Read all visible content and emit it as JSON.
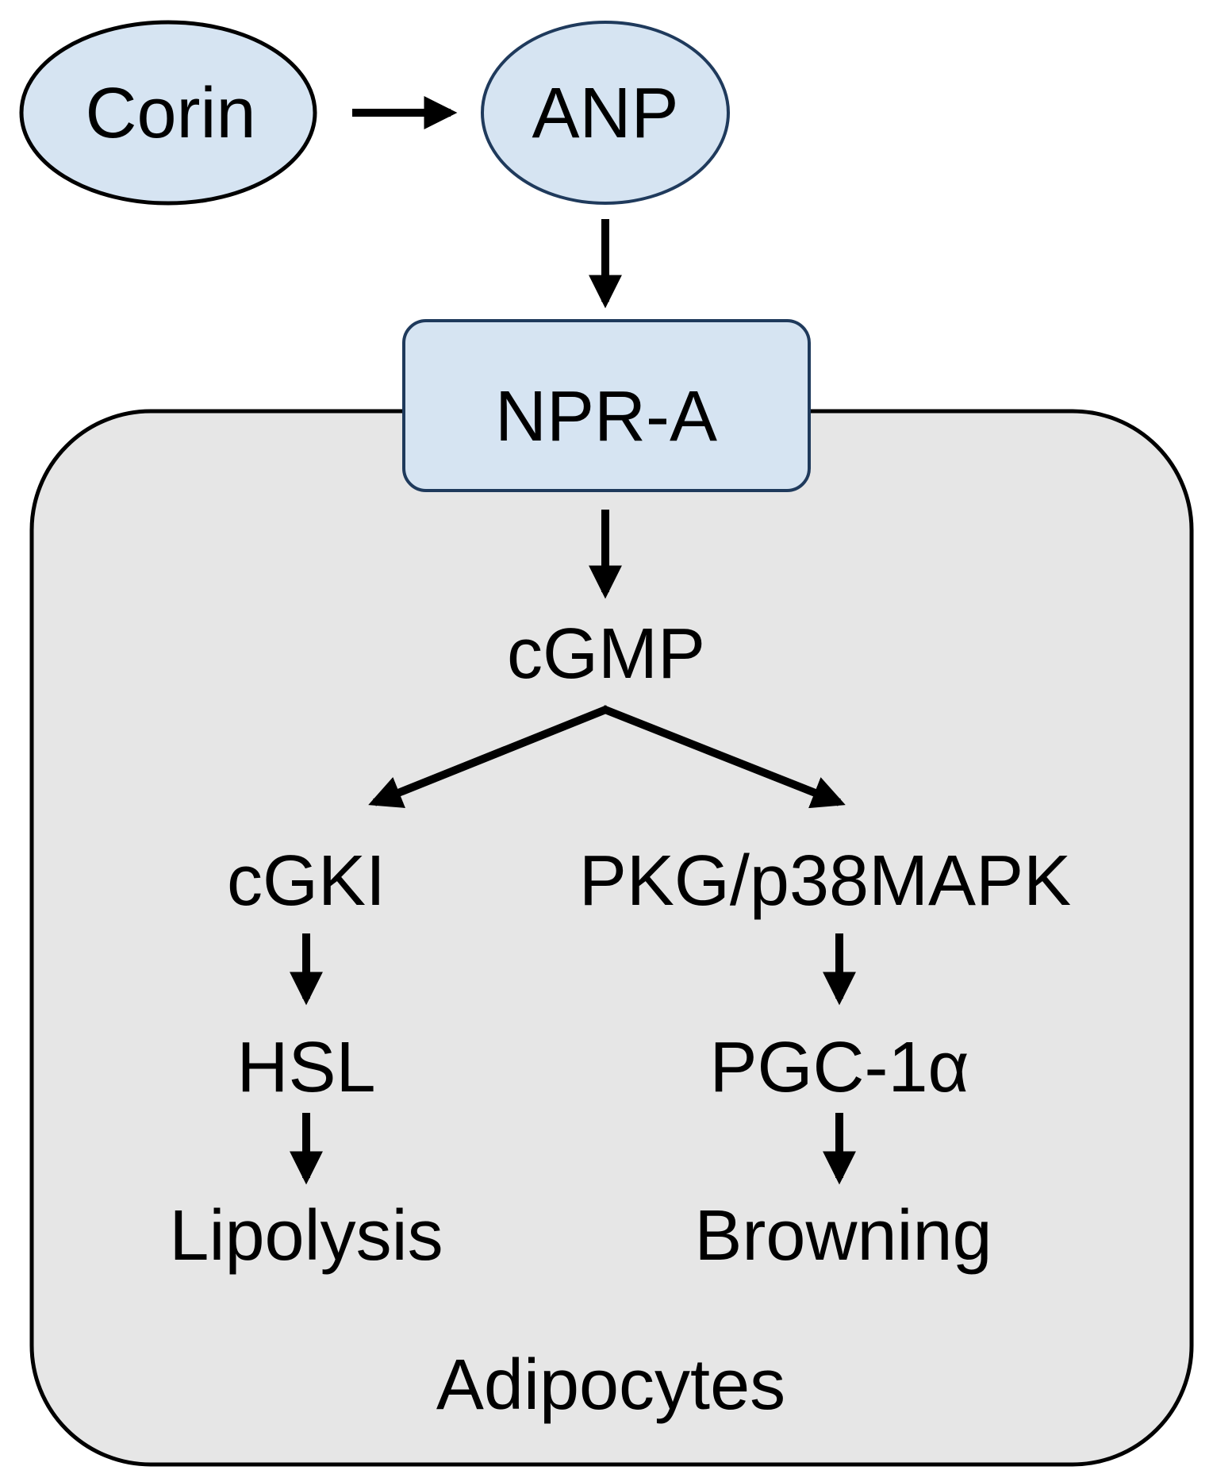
{
  "nodes": {
    "corin": "Corin",
    "anp": "ANP",
    "npr_a": "NPR-A",
    "cgmp": "cGMP",
    "cgki": "cGKI",
    "pkg_p38mapk": "PKG/p38MAPK",
    "hsl": "HSL",
    "pgc_1a": "PGC-1α",
    "lipolysis": "Lipolysis",
    "browning": "Browning"
  },
  "cell": {
    "label": "Adipocytes"
  },
  "colors": {
    "node_fill": "#d6e4f2",
    "node_stroke_ellipse": "#000000",
    "node_stroke_receptor": "#1f3a5c",
    "cell_fill": "#e6e6e6",
    "cell_stroke": "#000000",
    "arrow": "#000000"
  }
}
